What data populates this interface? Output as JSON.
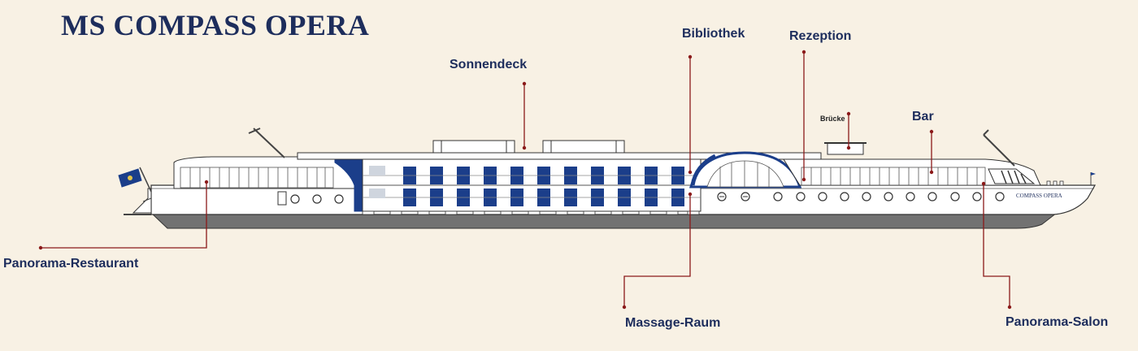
{
  "title": "MS COMPASS OPERA",
  "ship_name_on_hull": "COMPASS OPERA",
  "labels": {
    "sonnendeck": "Sonnendeck",
    "bibliothek": "Bibliothek",
    "rezeption": "Rezeption",
    "bruecke": "Brücke",
    "bar": "Bar",
    "panorama_restaurant": "Panorama-Restaurant",
    "massage_raum": "Massage-Raum",
    "panorama_salon": "Panorama-Salon"
  },
  "colors": {
    "background": "#f8f1e4",
    "navy": "#1d2d5c",
    "hull_band": "#757575",
    "leader_line": "#8b1a1a",
    "cabin_blue": "#1b3e8a"
  }
}
